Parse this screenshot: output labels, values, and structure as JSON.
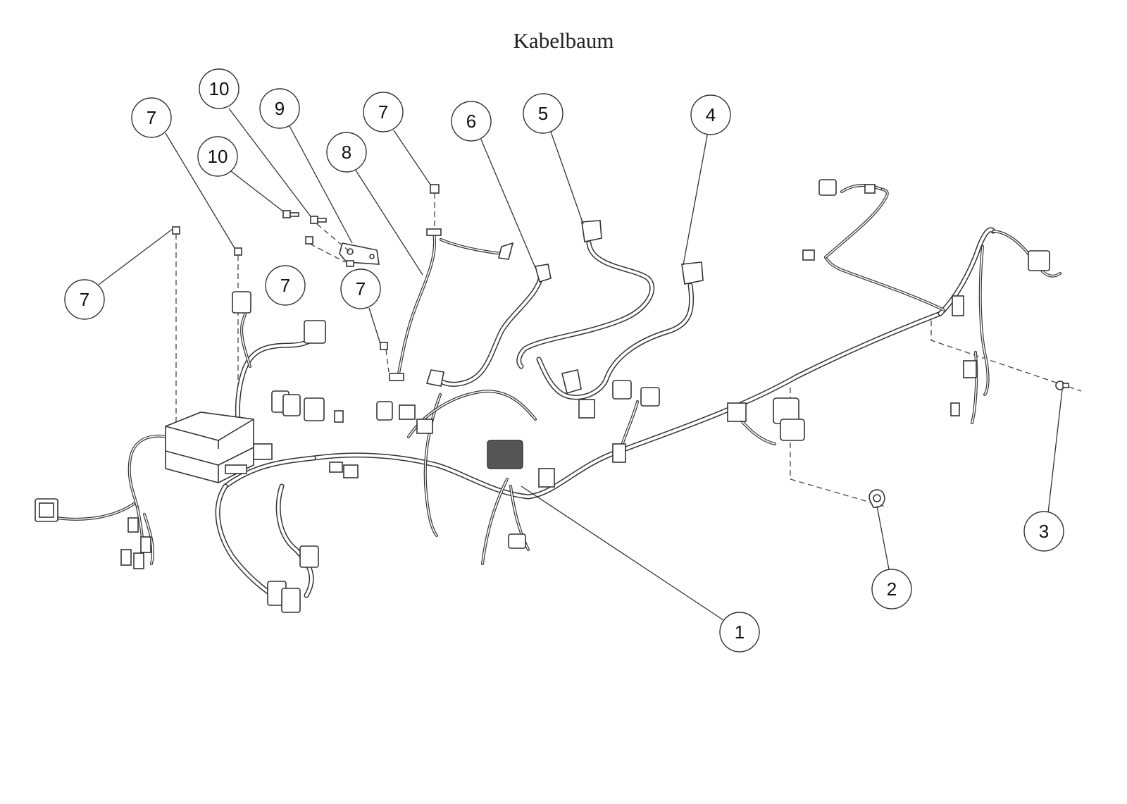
{
  "title": "Kabelbaum",
  "callouts": [
    {
      "label": "10",
      "part": "bolt"
    },
    {
      "label": "9",
      "part": "ground-bracket"
    },
    {
      "label": "7",
      "part": "screw"
    },
    {
      "label": "10",
      "part": "bolt"
    },
    {
      "label": "8",
      "part": "ground-cable"
    },
    {
      "label": "7",
      "part": "screw"
    },
    {
      "label": "6",
      "part": "battery-cable"
    },
    {
      "label": "5",
      "part": "starter-cable"
    },
    {
      "label": "4",
      "part": "battery-cable"
    },
    {
      "label": "7",
      "part": "screw"
    },
    {
      "label": "7",
      "part": "screw"
    },
    {
      "label": "7",
      "part": "screw"
    },
    {
      "label": "1",
      "part": "main-wiring-harness"
    },
    {
      "label": "2",
      "part": "clamp"
    },
    {
      "label": "3",
      "part": "clip"
    }
  ]
}
